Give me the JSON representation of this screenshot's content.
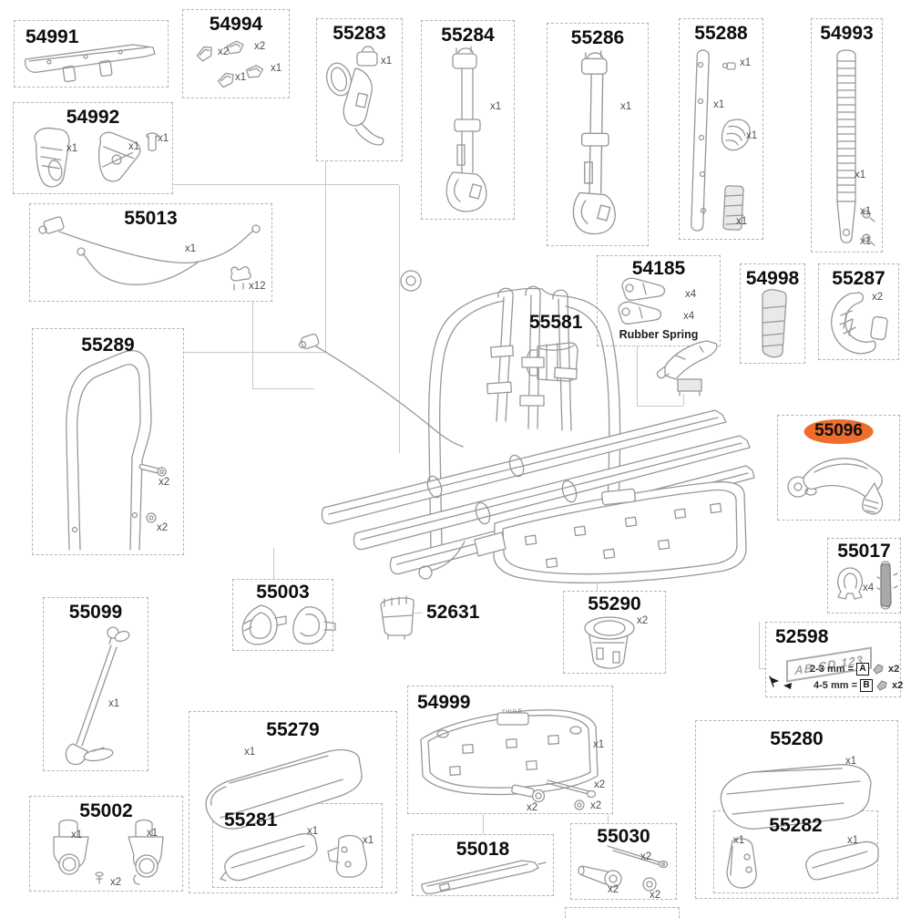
{
  "palette": {
    "highlight": "#ee6d2d",
    "connector": "#c9c9c9",
    "box_border": "#b4b4b4",
    "ink": "#0e0e0e",
    "qty_ink": "#4e4e4e",
    "art_stroke": "#979797"
  },
  "parts": {
    "p54991": {
      "label": "54991"
    },
    "p54994": {
      "label": "54994",
      "qty": {
        "a": "x2",
        "b": "x2",
        "c": "x1",
        "d": "x1"
      }
    },
    "p55283": {
      "label": "55283",
      "qty": {
        "a": "x1"
      }
    },
    "p55284": {
      "label": "55284",
      "qty": {
        "a": "x1"
      }
    },
    "p55286": {
      "label": "55286",
      "qty": {
        "a": "x1"
      }
    },
    "p55288": {
      "label": "55288",
      "qty": {
        "a": "x1",
        "b": "x1",
        "c": "x1",
        "d": "x1"
      }
    },
    "p54993": {
      "label": "54993",
      "qty": {
        "a": "x1",
        "b": "x1",
        "c": "x1"
      }
    },
    "p54992": {
      "label": "54992",
      "qty": {
        "a": "x1",
        "b": "x1",
        "c": "x1"
      }
    },
    "p55013": {
      "label": "55013",
      "qty": {
        "a": "x1",
        "b": "x12"
      }
    },
    "p54185": {
      "label": "54185",
      "note": "Rubber Spring",
      "qty": {
        "a": "x4",
        "b": "x4"
      }
    },
    "p54998": {
      "label": "54998"
    },
    "p55287": {
      "label": "55287",
      "qty": {
        "a": "x2"
      }
    },
    "p55289": {
      "label": "55289",
      "qty": {
        "a": "x2",
        "b": "x2"
      }
    },
    "p55581": {
      "label": "55581"
    },
    "p55096": {
      "label": "55096",
      "highlighted": true
    },
    "p55017": {
      "label": "55017",
      "qty": {
        "a": "x4"
      }
    },
    "p52598": {
      "label": "52598",
      "plate_text": "AB CD 123",
      "rows": [
        {
          "range": "2-3 mm =",
          "letter": "A",
          "qty": "x2"
        },
        {
          "range": "4-5 mm =",
          "letter": "B",
          "qty": "x2"
        }
      ]
    },
    "p55099": {
      "label": "55099",
      "qty": {
        "a": "x1"
      }
    },
    "p55003": {
      "label": "55003"
    },
    "p52631": {
      "label": "52631"
    },
    "p55290": {
      "label": "55290",
      "qty": {
        "a": "x2"
      }
    },
    "p55279": {
      "label": "55279",
      "qty": {
        "a": "x1"
      }
    },
    "p55281": {
      "label": "55281",
      "qty": {
        "a": "x1",
        "b": "x1"
      }
    },
    "p54999": {
      "label": "54999",
      "brand": "THULE",
      "qty": {
        "a": "x1",
        "b": "x2",
        "c": "x2",
        "d": "x2"
      }
    },
    "p55002": {
      "label": "55002",
      "qty": {
        "a": "x1",
        "b": "x1",
        "c": "x2"
      }
    },
    "p55018": {
      "label": "55018"
    },
    "p55030": {
      "label": "55030",
      "qty": {
        "a": "x2",
        "b": "x2",
        "c": "x2"
      }
    },
    "p55280": {
      "label": "55280",
      "qty": {
        "a": "x1"
      }
    },
    "p55282": {
      "label": "55282",
      "qty": {
        "a": "x1",
        "b": "x1"
      }
    }
  }
}
